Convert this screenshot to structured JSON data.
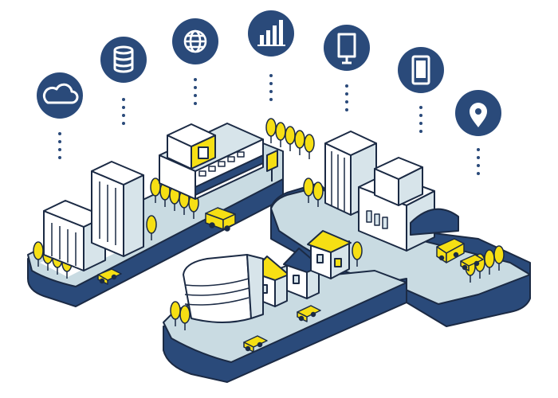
{
  "colors": {
    "navy": "#2a4a7a",
    "outline": "#1b2a44",
    "white": "#ffffff",
    "road": "#c9dbe2",
    "yellow": "#f6df14",
    "glass": "#d7e4ea"
  },
  "icons": [
    {
      "name": "cloud-icon",
      "glyph": "cloud"
    },
    {
      "name": "database-icon",
      "glyph": "database"
    },
    {
      "name": "globe-icon",
      "glyph": "globe"
    },
    {
      "name": "bar-chart-icon",
      "glyph": "bar-chart"
    },
    {
      "name": "monitor-icon",
      "glyph": "monitor"
    },
    {
      "name": "smartphone-icon",
      "glyph": "smartphone"
    },
    {
      "name": "location-pin-icon",
      "glyph": "location-pin"
    }
  ]
}
